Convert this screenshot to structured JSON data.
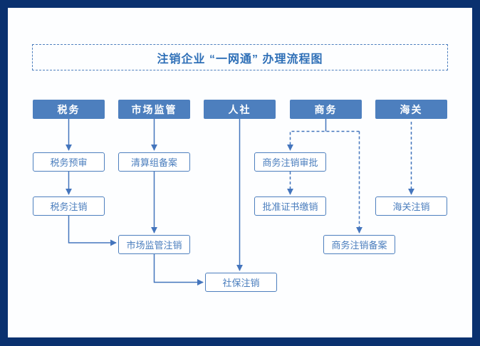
{
  "title": "注销企业 “一网通” 办理流程图",
  "lanes": [
    {
      "id": "tax",
      "label": "税务"
    },
    {
      "id": "market-regulation",
      "label": "市场监管"
    },
    {
      "id": "human-social",
      "label": "人社"
    },
    {
      "id": "commerce",
      "label": "商务"
    },
    {
      "id": "customs",
      "label": "海关"
    }
  ],
  "nodes": [
    {
      "id": "tax-preaudit",
      "label": "税务预审"
    },
    {
      "id": "liquidation-group-filing",
      "label": "清算组备案"
    },
    {
      "id": "commerce-cancel-approval",
      "label": "商务注销审批"
    },
    {
      "id": "tax-cancel",
      "label": "税务注销"
    },
    {
      "id": "approval-certificate-surrender",
      "label": "批准证书缴销"
    },
    {
      "id": "customs-cancel",
      "label": "海关注销"
    },
    {
      "id": "market-regulation-cancel",
      "label": "市场监管注销"
    },
    {
      "id": "commerce-cancel-filing",
      "label": "商务注销备案"
    },
    {
      "id": "social-insurance-cancel",
      "label": "社保注销"
    }
  ],
  "edges": [
    {
      "from": "税务",
      "to": "税务预审",
      "style": "solid"
    },
    {
      "from": "税务预审",
      "to": "税务注销",
      "style": "solid"
    },
    {
      "from": "税务注销",
      "to": "市场监管注销",
      "style": "solid"
    },
    {
      "from": "市场监管",
      "to": "清算组备案",
      "style": "solid"
    },
    {
      "from": "清算组备案",
      "to": "市场监管注销",
      "style": "solid"
    },
    {
      "from": "市场监管注销",
      "to": "社保注销",
      "style": "solid"
    },
    {
      "from": "人社",
      "to": "社保注销",
      "style": "solid"
    },
    {
      "from": "商务",
      "to": "商务注销审批",
      "style": "dashed"
    },
    {
      "from": "商务注销审批",
      "to": "批准证书缴销",
      "style": "dashed"
    },
    {
      "from": "商务",
      "to": "商务注销备案",
      "style": "dashed"
    },
    {
      "from": "海关",
      "to": "海关注销",
      "style": "dashed"
    }
  ],
  "colors": {
    "frame": "#0a316f",
    "header_fill": "#4d7fbe",
    "header_text": "#ffffff",
    "node_border": "#4d7fbe",
    "node_text": "#4a7dbd",
    "line": "#4475bd",
    "title_text": "#2e6fb7"
  }
}
